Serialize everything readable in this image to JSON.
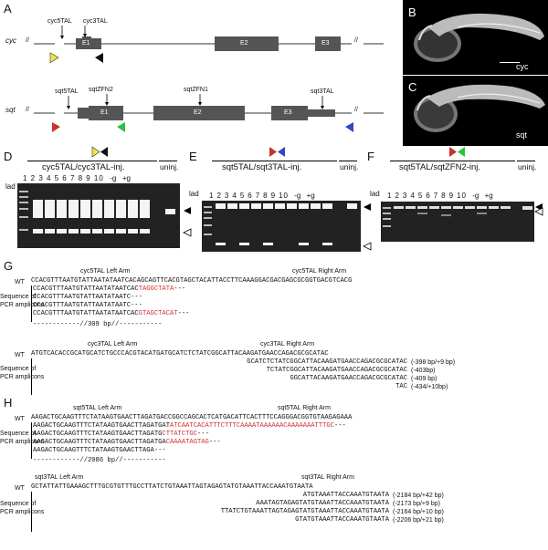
{
  "panels": {
    "A": "A",
    "B": "B",
    "C": "C",
    "D": "D",
    "E": "E",
    "F": "F",
    "G": "G",
    "H": "H"
  },
  "panelA": {
    "cyc_label": "cyc",
    "sqt_label": "sqt",
    "cyc_arrows": [
      "cyc5TAL",
      "cyc3TAL"
    ],
    "sqt_arrows": [
      "sqt5TAL",
      "sqtZFN2",
      "sqtZFN1",
      "sqt3TAL"
    ],
    "exons_cyc": [
      "E1",
      "E2",
      "E3"
    ],
    "exons_sqt": [
      "E1",
      "E2",
      "E3"
    ],
    "break": "//"
  },
  "panelB": {
    "caption": "cyc"
  },
  "panelC": {
    "caption": "sqt"
  },
  "gels": {
    "D": {
      "title": "cyc5TAL/cyc3TAL-inj.",
      "uninj": "uninj.",
      "lad": "lad",
      "lanes": [
        "1",
        "2",
        "3",
        "4",
        "5",
        "6",
        "7",
        "8",
        "9",
        "10",
        "-g",
        "+g"
      ]
    },
    "E": {
      "title": "sqt5TAL/sqt3TAL-inj.",
      "uninj": "uninj.",
      "lad": "lad",
      "lanes": [
        "1",
        "2",
        "3",
        "4",
        "5",
        "6",
        "7",
        "8",
        "9",
        "10",
        "-g",
        "+g"
      ]
    },
    "F": {
      "title": "sqt5TAL/sqtZFN2-inj.",
      "uninj": "uninj.",
      "lad": "lad",
      "lanes": [
        "1",
        "2",
        "3",
        "4",
        "5",
        "6",
        "7",
        "8",
        "9",
        "10",
        "-g",
        "+g"
      ]
    }
  },
  "panelG": {
    "left_arm_1": "cyc5TAL Left Arm",
    "right_arm_1": "cyc5TAL Right Arm",
    "wt": "WT",
    "wt_seq_1": "CCACGTTTAATGTATTAATATAATCACAGCAGTTCACGTAGCTACATTACCTTCAAAGGACGACGAGCGCGGTGACGTCACG",
    "amplicon_label_1": "Sequence of",
    "amplicon_label_2": "PCR amplicons",
    "rows_1": [
      {
        "black": "CCACGTTTAATGTATTAATATAATCAC",
        "red": "TAGGCTATA",
        "tail": "---"
      },
      {
        "black": "CCACGTTTAATGTATTAATATAATC",
        "red": "",
        "tail": "---"
      },
      {
        "black": "CCACGTTTAATGTATTAATATAATC",
        "red": "",
        "tail": "---"
      },
      {
        "black": "CCACGTTTAATGTATTAATATAATCAC",
        "red": "GTAGCTACAT",
        "tail": "---"
      }
    ],
    "gap": "------------//309 bp//-----------",
    "left_arm_2": "cyc3TAL Left Arm",
    "right_arm_2": "cyc3TAL Right Arm",
    "wt_seq_2": "ATGTCACACCGCATGCATCTGCCCACGTACATGATGCATCTCTATCGGCATTACAAGATGAACCAGACGCGCATAC",
    "rows_2": [
      {
        "seq": "GCATCTCTATCGGCATTACAAGATGAACCAGACGCGCATAC",
        "note": "(-398 bp/+9 bp)"
      },
      {
        "seq": "TCTATCGGCATTACAAGATGAACCAGACGCGCATAC",
        "note": "(-403bp)"
      },
      {
        "seq": "GGCATTACAAGATGAACCAGACGCGCATAC",
        "note": "(-409 bp)"
      },
      {
        "seq": "TAC",
        "note": "(-434/+10bp)"
      }
    ]
  },
  "panelH": {
    "left_arm_1": "sqt5TAL Left Arm",
    "right_arm_1": "sqt5TAL Right Arm",
    "wt": "WT",
    "wt_seq_1": "AAGACTGCAAGTTTCTATAAGTGAACTTAGATGACCGGCCAGCACTCATGACATTCACTTTCCAGGGACGGTGTAAGAGAAA",
    "amplicon_label_1": "Sequence of",
    "amplicon_label_2": "PCR amplicons",
    "rows_1": [
      {
        "black": "AAGACTGCAAGTTTCTATAAGTGAACTTAGATGAT",
        "red": "ATCAATCACATTTCTTTCAAAATAAAAAACAAAAAAATTTGC",
        "tail": "---"
      },
      {
        "black": "AAGACTGCAAGTTTCTATAAGTGAACTTAGATG",
        "red": "CTTATCTGC",
        "tail": "---"
      },
      {
        "black": "AAGACTGCAAGTTTCTATAAGTGAACTTAGATGA",
        "red": "CAAAATAGTAG",
        "tail": "---"
      },
      {
        "black": "AAGACTGCAAGTTTCTATAAGTGAACTTAGA",
        "red": "",
        "tail": "---"
      }
    ],
    "gap": "------------//2086 bp//-----------",
    "left_arm_2": "sqt3TAL Left Arm",
    "right_arm_2": "sqt3TAL Right Arm",
    "wt_seq_2": "GCTATTATTGAAAGCTTTGCGTGTTTGCCTTATCTGTAAATTAGTAGAGTATGTAAATTACCAAATGTAATA",
    "rows_2": [
      {
        "seq": "ATGTAAATTACCAAATGTAATA",
        "note": "(-2184 bp/+42 bp)"
      },
      {
        "seq": "AAATAGTAGAGTATGTAAATTACCAAATGTAATA",
        "note": "(-2173 bp/+9 bp)"
      },
      {
        "seq": "TTATCTGTAAATTAGTAGAGTATGTAAATTACCAAATGTAATA",
        "note": "(-2164 bp/+10 bp)"
      },
      {
        "seq": "GTATGTAAATTACCAAATGTAATA",
        "note": "(-2206 bp/+21 bp)"
      }
    ]
  }
}
